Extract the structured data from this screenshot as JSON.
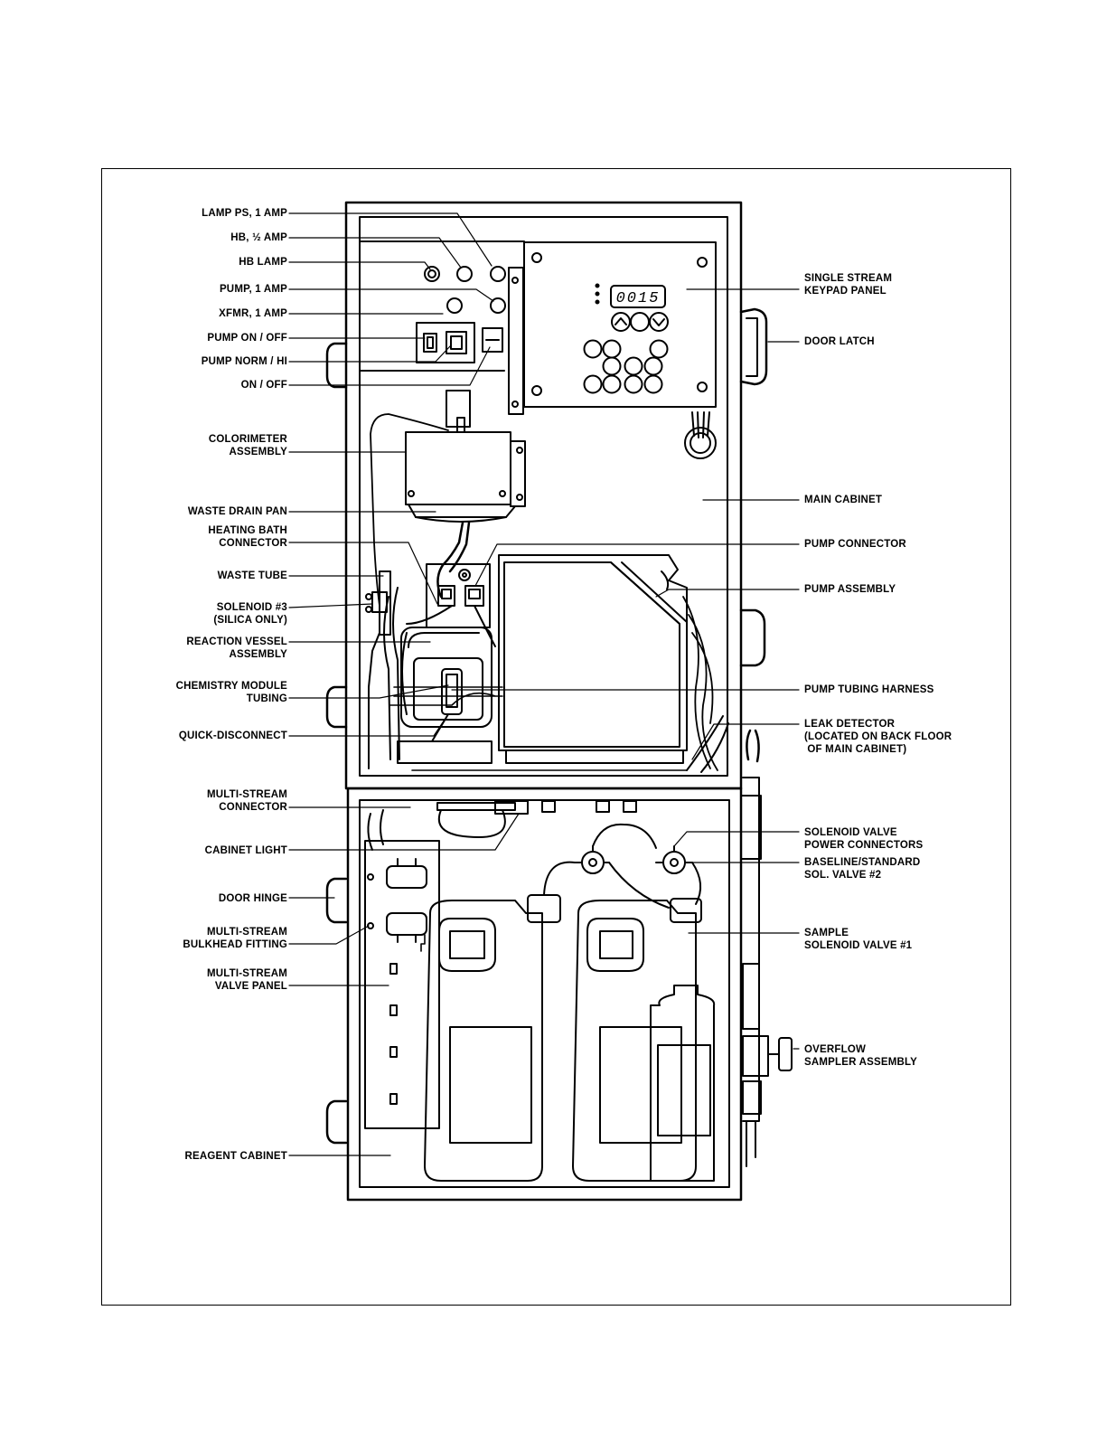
{
  "colors": {
    "ink": "#000000",
    "paper": "#ffffff"
  },
  "keypad": {
    "display": "0015"
  },
  "left_labels": {
    "lamp_ps": [
      "LAMP PS, 1 AMP"
    ],
    "hb_half_amp": [
      "HB, ½ AMP"
    ],
    "hb_lamp": [
      "HB LAMP"
    ],
    "pump_1amp": [
      "PUMP, 1 AMP"
    ],
    "xfmr_1amp": [
      "XFMR, 1 AMP"
    ],
    "pump_onoff": [
      "PUMP ON / OFF"
    ],
    "pump_normhi": [
      "PUMP NORM / HI"
    ],
    "onoff": [
      "ON / OFF"
    ],
    "colorimeter": [
      "COLORIMETER",
      "ASSEMBLY"
    ],
    "waste_drain_pan": [
      "WASTE DRAIN PAN"
    ],
    "heating_bath": [
      "HEATING BATH",
      "CONNECTOR"
    ],
    "waste_tube": [
      "WASTE TUBE"
    ],
    "solenoid3": [
      "SOLENOID #3",
      "(SILICA ONLY)"
    ],
    "reaction_vessel": [
      "REACTION VESSEL",
      "ASSEMBLY"
    ],
    "chem_module": [
      "CHEMISTRY MODULE",
      "TUBING"
    ],
    "quick_disconnect": [
      "QUICK-DISCONNECT"
    ],
    "multistream_connector": [
      "MULTI-STREAM",
      "CONNECTOR"
    ],
    "cabinet_light": [
      "CABINET LIGHT"
    ],
    "door_hinge": [
      "DOOR HINGE"
    ],
    "bulkhead_fitting": [
      "MULTI-STREAM",
      "BULKHEAD FITTING"
    ],
    "valve_panel": [
      "MULTI-STREAM",
      "VALVE PANEL"
    ],
    "reagent_cabinet": [
      "REAGENT CABINET"
    ]
  },
  "right_labels": {
    "keypad_panel": [
      "SINGLE STREAM",
      "KEYPAD PANEL"
    ],
    "door_latch": [
      "DOOR LATCH"
    ],
    "main_cabinet": [
      "MAIN CABINET"
    ],
    "pump_connector": [
      "PUMP CONNECTOR"
    ],
    "pump_assembly": [
      "PUMP ASSEMBLY"
    ],
    "pump_tubing_harness": [
      "PUMP TUBING HARNESS"
    ],
    "leak_detector": [
      "LEAK DETECTOR",
      "(LOCATED ON BACK FLOOR",
      " OF MAIN CABINET)"
    ],
    "solenoid_power": [
      "SOLENOID VALVE",
      "POWER CONNECTORS"
    ],
    "baseline_valve": [
      "BASELINE/STANDARD",
      "SOL. VALVE #2"
    ],
    "sample_valve": [
      "SAMPLE",
      "SOLENOID VALVE #1"
    ],
    "overflow_sampler": [
      "OVERFLOW",
      "SAMPLER ASSEMBLY"
    ]
  }
}
